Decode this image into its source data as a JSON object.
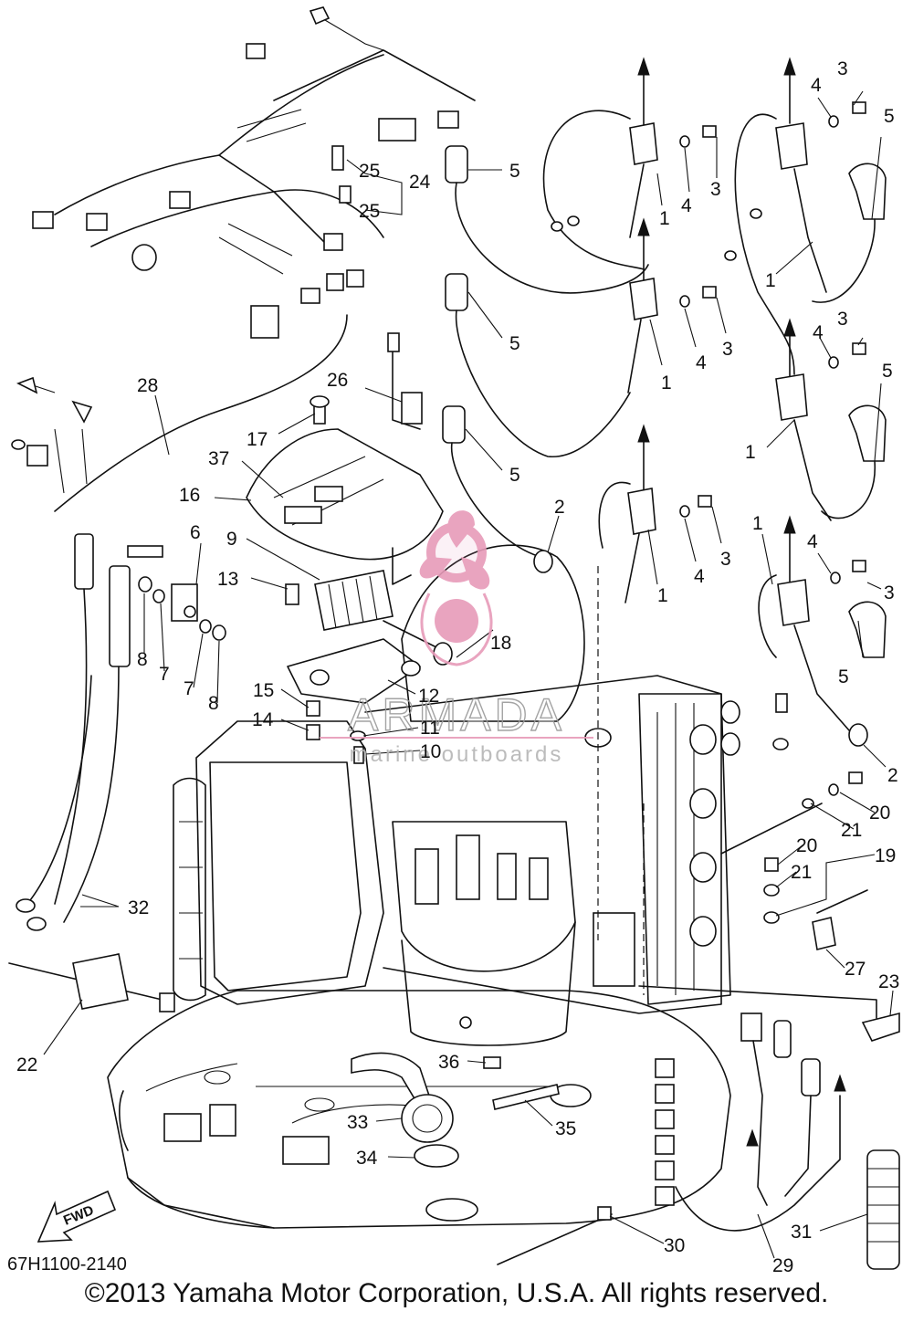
{
  "diagram": {
    "part_code": "67H1100-2140",
    "copyright": "©2013 Yamaha Motor Corporation, U.S.A. All rights reserved.",
    "watermark": {
      "brand": "ARMADA",
      "tagline": "marine outboards",
      "brand_color": "#e79bb9"
    },
    "arrow_label": "FWD",
    "callouts": [
      {
        "id": "c-24",
        "text": "24"
      },
      {
        "id": "c-25a",
        "text": "25"
      },
      {
        "id": "c-25b",
        "text": "25"
      },
      {
        "id": "c-5a",
        "text": "5"
      },
      {
        "id": "c-5b",
        "text": "5"
      },
      {
        "id": "c-5c",
        "text": "5"
      },
      {
        "id": "c-5d",
        "text": "5"
      },
      {
        "id": "c-5e",
        "text": "5"
      },
      {
        "id": "c-5f",
        "text": "5"
      },
      {
        "id": "c-3a",
        "text": "3"
      },
      {
        "id": "c-3b",
        "text": "3"
      },
      {
        "id": "c-3c",
        "text": "3"
      },
      {
        "id": "c-3d",
        "text": "3"
      },
      {
        "id": "c-3e",
        "text": "3"
      },
      {
        "id": "c-3f",
        "text": "3"
      },
      {
        "id": "c-4a",
        "text": "4"
      },
      {
        "id": "c-4b",
        "text": "4"
      },
      {
        "id": "c-4c",
        "text": "4"
      },
      {
        "id": "c-4d",
        "text": "4"
      },
      {
        "id": "c-4e",
        "text": "4"
      },
      {
        "id": "c-4f",
        "text": "4"
      },
      {
        "id": "c-1a",
        "text": "1"
      },
      {
        "id": "c-1b",
        "text": "1"
      },
      {
        "id": "c-1c",
        "text": "1"
      },
      {
        "id": "c-1d",
        "text": "1"
      },
      {
        "id": "c-1e",
        "text": "1"
      },
      {
        "id": "c-1f",
        "text": "1"
      },
      {
        "id": "c-2a",
        "text": "2"
      },
      {
        "id": "c-2b",
        "text": "2"
      },
      {
        "id": "c-28",
        "text": "28"
      },
      {
        "id": "c-26",
        "text": "26"
      },
      {
        "id": "c-17",
        "text": "17"
      },
      {
        "id": "c-37",
        "text": "37"
      },
      {
        "id": "c-16",
        "text": "16"
      },
      {
        "id": "c-6",
        "text": "6"
      },
      {
        "id": "c-9",
        "text": "9"
      },
      {
        "id": "c-13",
        "text": "13"
      },
      {
        "id": "c-18",
        "text": "18"
      },
      {
        "id": "c-8a",
        "text": "8"
      },
      {
        "id": "c-7a",
        "text": "7"
      },
      {
        "id": "c-7b",
        "text": "7"
      },
      {
        "id": "c-8b",
        "text": "8"
      },
      {
        "id": "c-15",
        "text": "15"
      },
      {
        "id": "c-12",
        "text": "12"
      },
      {
        "id": "c-14",
        "text": "14"
      },
      {
        "id": "c-11",
        "text": "11"
      },
      {
        "id": "c-10",
        "text": "10"
      },
      {
        "id": "c-20a",
        "text": "20"
      },
      {
        "id": "c-21a",
        "text": "21"
      },
      {
        "id": "c-20b",
        "text": "20"
      },
      {
        "id": "c-21b",
        "text": "21"
      },
      {
        "id": "c-19",
        "text": "19"
      },
      {
        "id": "c-27",
        "text": "27"
      },
      {
        "id": "c-23",
        "text": "23"
      },
      {
        "id": "c-32",
        "text": "32"
      },
      {
        "id": "c-22",
        "text": "22"
      },
      {
        "id": "c-36",
        "text": "36"
      },
      {
        "id": "c-33",
        "text": "33"
      },
      {
        "id": "c-35",
        "text": "35"
      },
      {
        "id": "c-34",
        "text": "34"
      },
      {
        "id": "c-30",
        "text": "30"
      },
      {
        "id": "c-29",
        "text": "29"
      },
      {
        "id": "c-31",
        "text": "31"
      }
    ]
  }
}
